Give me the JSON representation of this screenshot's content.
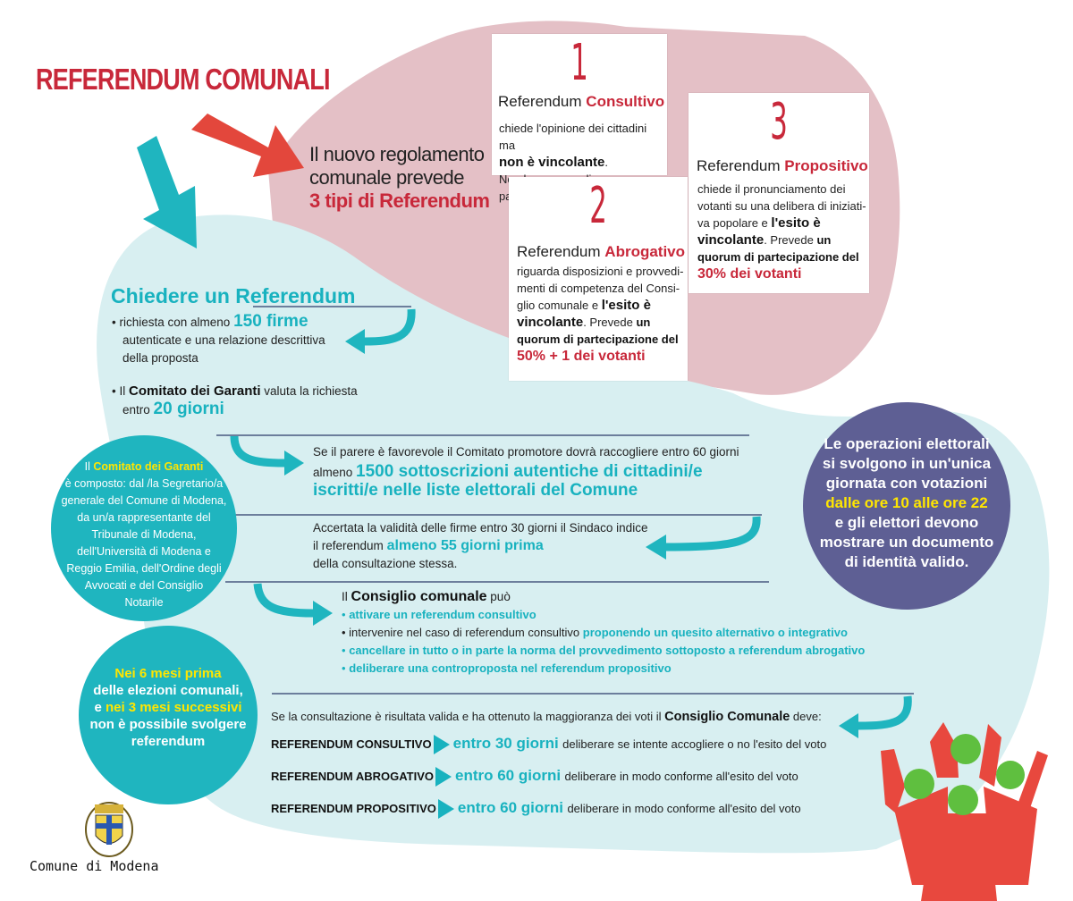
{
  "colors": {
    "red": "#c8283a",
    "teal": "#18b2bf",
    "pink_bg": "#e4c0c6",
    "lightblue_bg": "#d8eff1",
    "purple": "#5e5f94",
    "yellow": "#ffe600",
    "green": "#5fbf3f",
    "people_red": "#e8483e"
  },
  "title": "REFERENDUM COMUNALI",
  "intro": {
    "line1": "Il nuovo regolamento",
    "line2": "comunale prevede",
    "line3": "3 tipi di Referendum"
  },
  "types": [
    {
      "num": "1",
      "label": "Referendum",
      "name": "Consultivo",
      "body1": "chiede l'opinione dei cittadini ma",
      "body2": "non è vincolante",
      "body3": ".",
      "body4": "Non ha quorum di partecipazione"
    },
    {
      "num": "2",
      "label": "Referendum",
      "name": "Abrogativo",
      "body1": "riguarda disposizioni e provvedi-",
      "body2": "menti di competenza del Consi-",
      "body3": "glio comunale e",
      "body4": "l'esito è",
      "body5": "vincolante",
      "body6": ". Prevede",
      "body7": "un",
      "body8": "quorum di partecipazione del",
      "body9": "50% + 1 dei votanti"
    },
    {
      "num": "3",
      "label": "Referendum",
      "name": "Propositivo",
      "body1": "chiede il pronunciamento dei",
      "body2": "votanti su una delibera di iniziati-",
      "body3": "va popolare  e",
      "body4": "l'esito è",
      "body5": "vincolante",
      "body6": ". Prevede",
      "body7": "un",
      "body8": "quorum di partecipazione del",
      "body9": "30% dei votanti"
    }
  ],
  "request": {
    "heading": "Chiedere un Referendum",
    "b1_pre": "richiesta con almeno",
    "b1_num": "150 firme",
    "b1_l2": "autenticate e una relazione descrittiva",
    "b1_l3": "della proposta",
    "b2_pre": "Il",
    "b2_bold": "Comitato dei Garanti",
    "b2_post": "valuta la richiesta",
    "b2_l2_pre": "entro",
    "b2_l2_num": "20 giorni"
  },
  "step1": {
    "l1": "Se il parere è favorevole il Comitato promotore dovrà raccogliere entro 60 giorni",
    "l2_pre": "almeno",
    "l2_teal": "1500 sottoscrizioni autentiche di cittadini/e",
    "l3_teal": "iscritti/e nelle liste elettorali del Comune"
  },
  "step2": {
    "l1": "Accertata la validità delle firme entro 30 giorni il Sindaco indice",
    "l2_pre": "il referendum",
    "l2_teal": "almeno 55  giorni prima",
    "l3": "della consultazione stessa."
  },
  "council": {
    "pre": "Il",
    "bold": "Consiglio comunale",
    "post": "può",
    "i1": "attivare un referendum consultivo",
    "i2_pre": "intervenire nel caso di referendum consultivo",
    "i2_teal": "proponendo un quesito alternativo o integrativo",
    "i3": "cancellare in tutto o in parte la norma del provvedimento sottoposto a referendum abrogativo",
    "i4": "deliberare una controproposta nel referendum propositivo"
  },
  "final": {
    "intro_pre": "Se la consultazione è risultata valida e ha ottenuto la maggioranza dei voti il",
    "intro_bold": "Consiglio Comunale",
    "intro_post": "deve:",
    "rows": [
      {
        "label": "REFERENDUM CONSULTIVO",
        "deadline": "entro 30 giorni",
        "text": "deliberare se intente accogliere o no l'esito del voto"
      },
      {
        "label": "REFERENDUM ABROGATIVO",
        "deadline": "entro 60 giorni",
        "text": "deliberare in modo conforme all'esito del voto"
      },
      {
        "label": "REFERENDUM PROPOSITIVO",
        "deadline": "entro 60 giorni",
        "text": "deliberare in modo conforme all'esito del voto"
      }
    ]
  },
  "committee": {
    "pre": "Il",
    "yellow": "Comitato dei Garanti",
    "l2": "è composto: dal /la Segretario/a",
    "l3": "generale del Comune di Modena,",
    "l4": "da un/a rappresentante del",
    "l5": "Tribunale di Modena,",
    "l6": "dell'Università di Modena e",
    "l7": "Reggio Emilia, dell'Ordine degli",
    "l8": "Avvocati e del Consiglio",
    "l9": "Notarile"
  },
  "months": {
    "y1": "Nei 6 mesi prima",
    "l2": "delle elezioni comunali,",
    "l3_pre": "e",
    "y3": "nei 3 mesi successivi",
    "l4": "non è possibile svolgere",
    "l5": "referendum"
  },
  "elections": {
    "l1": "Le operazioni elettorali",
    "l2": "si svolgono in un'unica",
    "l3": "giornata con votazioni",
    "y4": "dalle ore 10 alle ore 22",
    "l5": "e gli elettori devono",
    "l6": "mostrare un documento",
    "l7": "di identità valido."
  },
  "logo": {
    "text": "Comune di Modena"
  }
}
